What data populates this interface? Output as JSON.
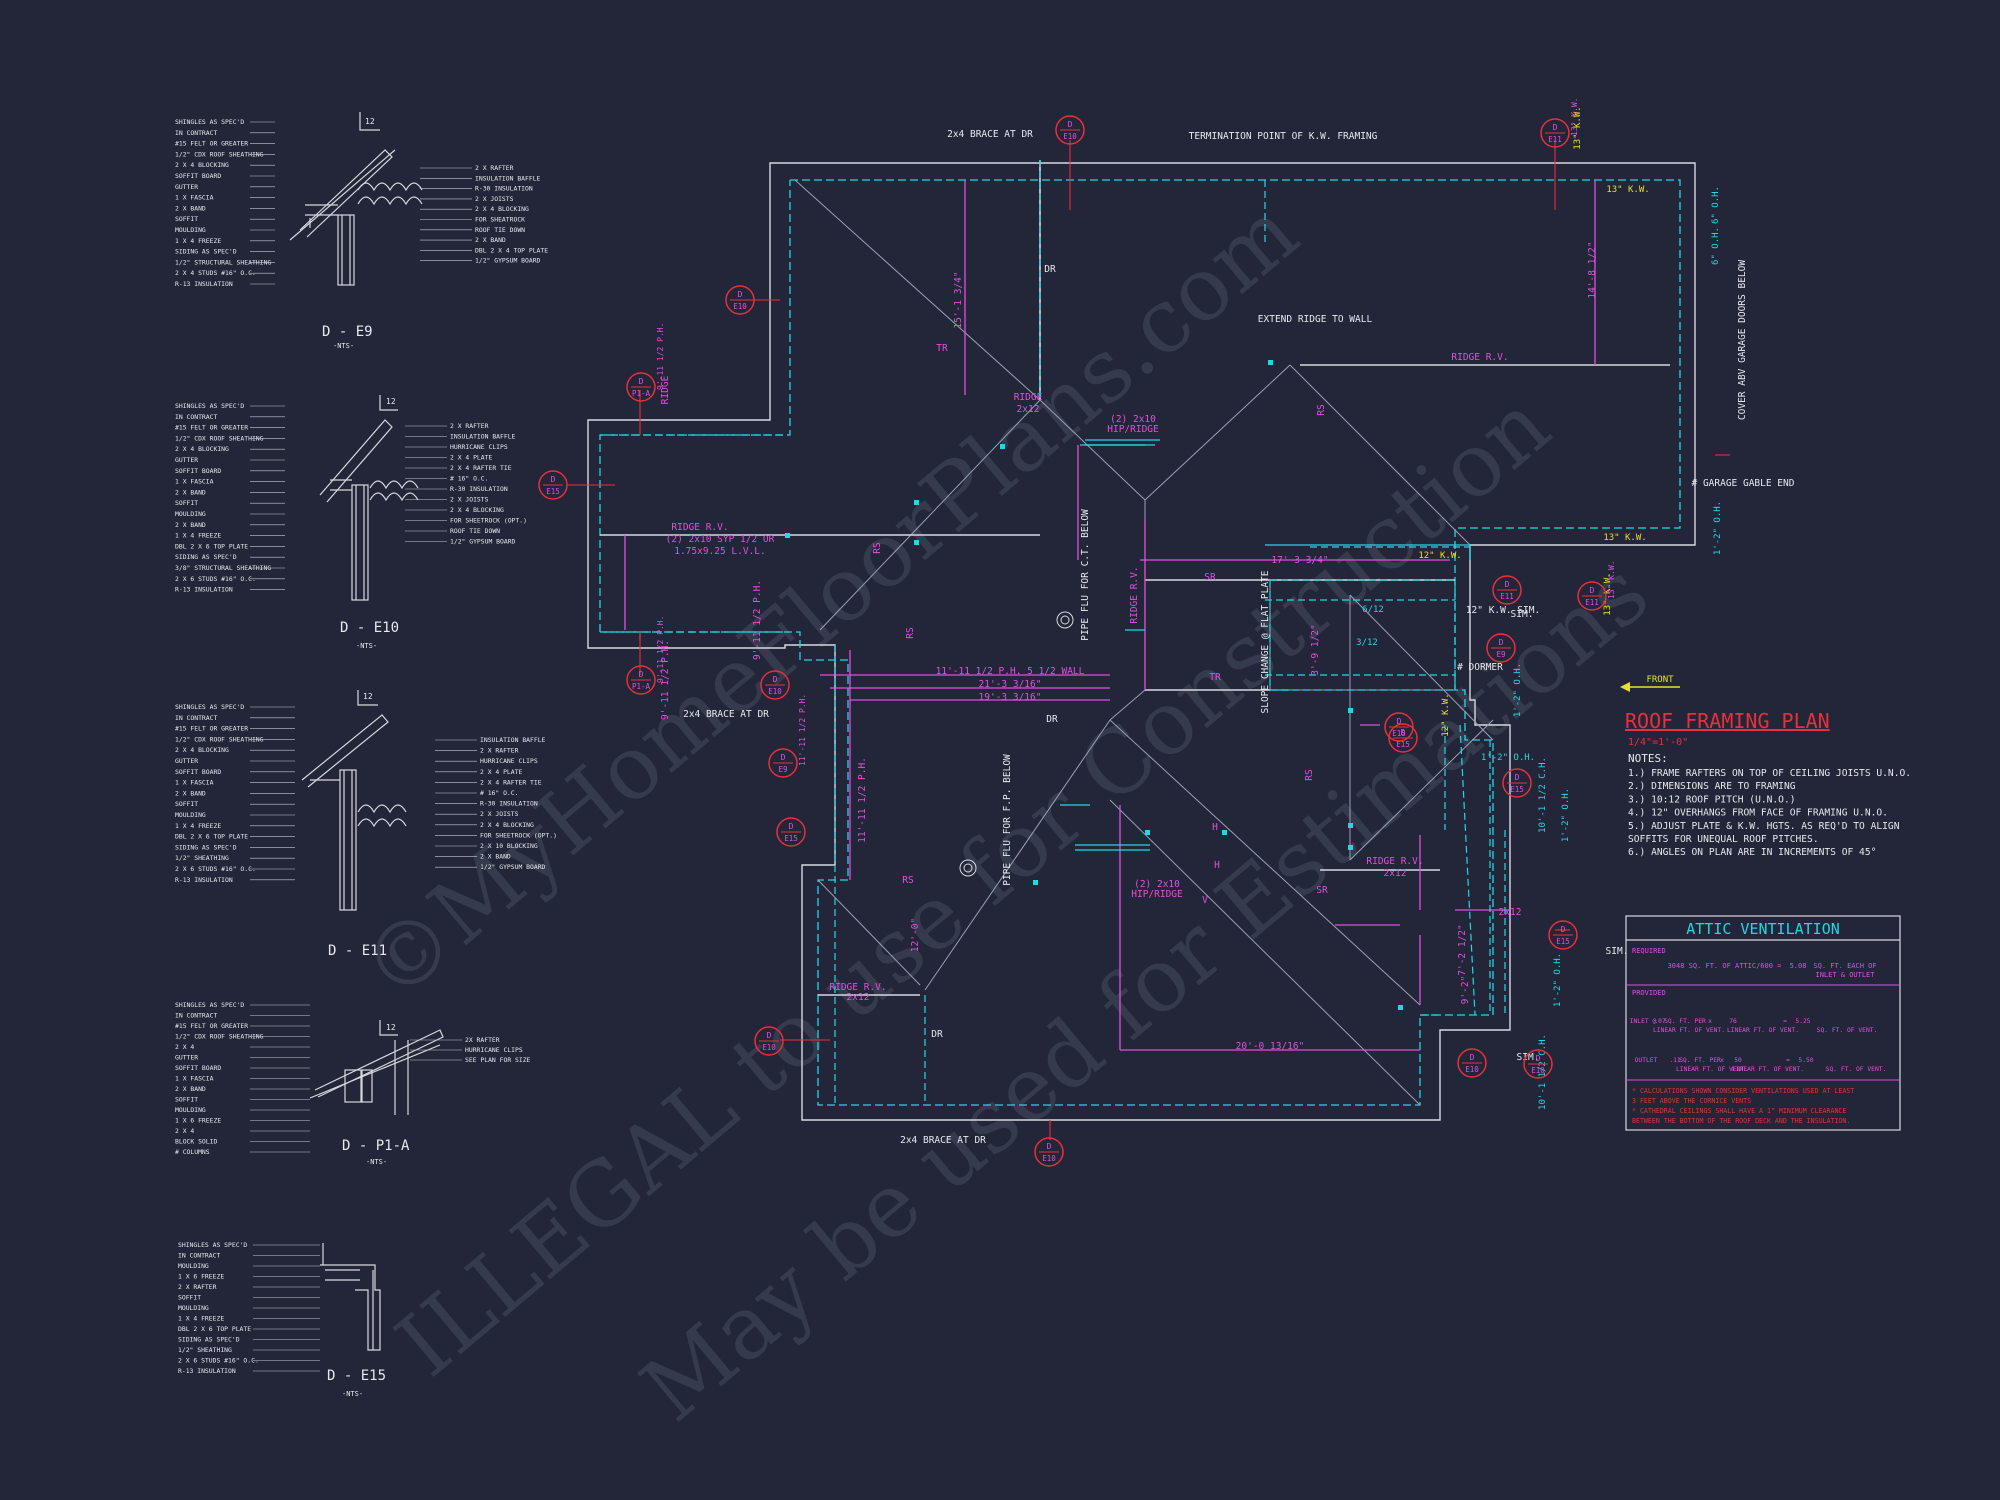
{
  "watermark": {
    "line1": "©MyHomeFloorPlans.com",
    "line2": "ILLEGAL to use for Construction",
    "line3": "May be used for Estimations"
  },
  "details": [
    {
      "id": "d-e9",
      "title": "D - E9",
      "scale": "-NTS-",
      "left_notes": [
        "SHINGLES AS SPEC'D",
        "IN CONTRACT",
        "#15 FELT OR GREATER",
        "1/2\" CDX ROOF SHEATHING",
        "2 X 4 BLOCKING",
        "SOFFIT BOARD",
        "GUTTER",
        "1 X FASCIA",
        "2 X BAND",
        "SOFFIT",
        "MOULDING",
        "1 X 4 FREEZE",
        "SIDING AS SPEC'D",
        "1/2\" STRUCTURAL SHEATHING",
        "2 X 4 STUDS #16\" O.C.",
        "R-13 INSULATION"
      ],
      "right_notes": [
        "2 X RAFTER",
        "INSULATION BAFFLE",
        "R-30 INSULATION",
        "2 X JOISTS",
        "2 X 4 BLOCKING",
        "FOR SHEATROCK",
        "ROOF TIE DOWN",
        "2 X BAND",
        "DBL 2 X 4 TOP PLATE",
        "1/2\" GYPSUM BOARD"
      ]
    },
    {
      "id": "d-e10",
      "title": "D - E10",
      "scale": "-NTS-",
      "left_notes": [
        "SHINGLES AS SPEC'D",
        "IN CONTRACT",
        "#15 FELT OR GREATER",
        "1/2\" CDX ROOF SHEATHING",
        "2 X 4 BLOCKING",
        "GUTTER",
        "SOFFIT BOARD",
        "1 X FASCIA",
        "2 X BAND",
        "SOFFIT",
        "MOULDING",
        "2 X BAND",
        "1 X 4 FREEZE",
        "DBL 2 X 6 TOP PLATE",
        "SIDING AS SPEC'D",
        "3/8\" STRUCTURAL SHEATHING",
        "2 X 6 STUDS #16\" O.C.",
        "R-13 INSULATION"
      ],
      "right_notes": [
        "2 X RAFTER",
        "INSULATION BAFFLE",
        "HURRICANE CLIPS",
        "2 X 4 PLATE",
        "2 X 4 RAFTER TIE",
        "# 16\" O.C.",
        "R-30 INSULATION",
        "2 X JOISTS",
        "2 X 4 BLOCKING",
        "FOR SHEETROCK (OPT.)",
        "ROOF TIE DOWN",
        "1/2\" GYPSUM BOARD"
      ]
    },
    {
      "id": "d-e11",
      "title": "D - E11",
      "scale": "",
      "left_notes": [
        "SHINGLES AS SPEC'D",
        "IN CONTRACT",
        "#15 FELT OR GREATER",
        "1/2\" CDX ROOF SHEATHING",
        "2 X 4 BLOCKING",
        "GUTTER",
        "SOFFIT BOARD",
        "1 X FASCIA",
        "2 X BAND",
        "SOFFIT",
        "MOULDING",
        "1 X 4 FREEZE",
        "DBL 2 X 6 TOP PLATE",
        "SIDING AS SPEC'D",
        "1/2\" SHEATHING",
        "2 X 6 STUDS #16\" O.C.",
        "R-13 INSULATION"
      ],
      "right_notes": [
        "INSULATION BAFFLE",
        "2 X RAFTER",
        "HURRICANE CLIPS",
        "2 X 4 PLATE",
        "2 X 4 RAFTER TIE",
        "# 16\" O.C.",
        "R-30 INSULATION",
        "2 X JOISTS",
        "2 X 4 BLOCKING",
        "FOR SHEETROCK (OPT.)",
        "2 X 10 BLOCKING",
        "2 X BAND",
        "1/2\" GYPSUM BOARD"
      ]
    },
    {
      "id": "d-p1a",
      "title": "D - P1-A",
      "scale": "-NTS-",
      "left_notes": [
        "SHINGLES AS SPEC'D",
        "IN CONTRACT",
        "#15 FELT OR GREATER",
        "1/2\" CDX ROOF SHEATHING",
        "2 X 4",
        "GUTTER",
        "SOFFIT BOARD",
        "1 X FASCIA",
        "2 X BAND",
        "SOFFIT",
        "MOULDING",
        "1 X 6 FREEZE",
        "2 X 4",
        "BLOCK SOLID",
        "# COLUMNS"
      ],
      "right_notes": [
        "2X RAFTER",
        "HURRICANE CLIPS",
        "SEE PLAN FOR SIZE"
      ]
    },
    {
      "id": "d-e15",
      "title": "D - E15",
      "scale": "-NTS-",
      "left_notes": [
        "SHINGLES AS SPEC'D",
        "IN CONTRACT",
        "MOULDING",
        "1 X 6 FREEZE",
        "2 X RAFTER",
        "SOFFIT",
        "MOULDING",
        "1 X 4 FREEZE",
        "DBL 2 X 6 TOP PLATE",
        "SIDING AS SPEC'D",
        "1/2\" SHEATHING",
        "2 X 6 STUDS #16\" O.C.",
        "R-13 INSULATION"
      ],
      "right_notes": []
    }
  ],
  "plan": {
    "white_labels": [
      "2x4 BRACE AT DR",
      "TERMINATION POINT OF K.W. FRAMING",
      "EXTEND RIDGE TO WALL",
      "DR",
      "DR",
      "DR",
      "2x4 BRACE AT DR",
      "2x4 BRACE AT DR",
      "PIPE FLU FOR C.T. BELOW",
      "PIPE FLU FOR F.P. BELOW",
      "COVER ABV GARAGE DOORS BELOW",
      "# GARAGE GABLE END",
      "# DORMER",
      "12\" K.W. SIM.",
      "SLOPE CHANGE @ FLAT PLATE",
      "SIM.",
      "SIM.",
      "SIM."
    ],
    "magenta_labels": [
      "RIDGE",
      "2x12",
      "RIDGE R.V.",
      "RIDGE R.V.",
      "(2) 2x10 SYP 1/2 OR",
      "1.75x9.25 L.V.L.",
      "(2) 2x10",
      "HIP/RIDGE",
      "(2) 2x10",
      "HIP/RIDGE",
      "RIDGE R.V.",
      "2x12",
      "RIDGE R.V.",
      "2x12",
      "RIDGE R.V.",
      "2x12",
      "RIDGE",
      "9'-11 1/2 P.H.",
      "9'-11 1/2 P.H.",
      "11'-11 1/2 P.H.",
      "11'-11 1/2 P.H. 5 1/2 WALL",
      "21'-3 3/16\"",
      "19'-3 3/16\"",
      "17'-3 3/4\"",
      "20'-0 13/16\"",
      "15'-1 3/4\"",
      "14'-8 1/2\"",
      "12'-0\"",
      "7'-2 1/2\"",
      "9'-2\"",
      "3'-9 1/2\"",
      "RS",
      "RS",
      "RS",
      "RS",
      "RS",
      "SR",
      "SR",
      "TR",
      "TR",
      "H",
      "H",
      "V",
      "V"
    ],
    "yellow_labels": [
      "13\" K.W.",
      "13\" K.W.",
      "12\" K.W.",
      "13\" K.W.",
      "13\" K.W.",
      "12\" K.W.",
      "FRONT"
    ],
    "cyan_labels": [
      "1'-2\" O.H.",
      "1'-2\" O.H.",
      "1'-2\" O.H.",
      "1'-2\" O.H.",
      "6\" O.H.",
      "6\" O.H.",
      "1'-2\" O.H.",
      "10'-1 1/2 C.H.",
      "10'-1 1/2 C.H.",
      "3/12",
      "6/12"
    ],
    "tags": [
      {
        "top": "D",
        "bottom": "E10",
        "side": ""
      },
      {
        "top": "D",
        "bottom": "E11",
        "side": "13\" K.W."
      },
      {
        "top": "D",
        "bottom": "E10",
        "side": ""
      },
      {
        "top": "D",
        "bottom": "P1-A",
        "side": "9'-11 1/2 P.H."
      },
      {
        "top": "D",
        "bottom": "E15",
        "side": ""
      },
      {
        "top": "D",
        "bottom": "P1-A",
        "side": "9'-11 1/2 P.H."
      },
      {
        "top": "D",
        "bottom": "E10",
        "side": ""
      },
      {
        "top": "D",
        "bottom": "E9",
        "side": "11'-11 1/2 P.H."
      },
      {
        "top": "D",
        "bottom": "E15",
        "side": ""
      },
      {
        "top": "D",
        "bottom": "E15",
        "side": ""
      },
      {
        "top": "D",
        "bottom": "E10",
        "side": ""
      },
      {
        "top": "D",
        "bottom": "E15",
        "side": ""
      },
      {
        "top": "D",
        "bottom": "E11",
        "side": ""
      },
      {
        "top": "D",
        "bottom": "E11",
        "side": "13\" K.W."
      },
      {
        "top": "D",
        "bottom": "E9",
        "side": ""
      },
      {
        "top": "D",
        "bottom": "E15",
        "side": ""
      },
      {
        "top": "D",
        "bottom": "E10",
        "side": ""
      },
      {
        "top": "D",
        "bottom": "E15",
        "side": ""
      },
      {
        "top": "D",
        "bottom": "E10",
        "side": ""
      },
      {
        "top": "D",
        "bottom": "E10",
        "side": ""
      }
    ]
  },
  "title_block": {
    "title": "ROOF FRAMING PLAN",
    "scale": "1/4\"=1'-0\"",
    "notes_label": "NOTES:",
    "notes": [
      "1.) FRAME RAFTERS ON TOP OF CEILING JOISTS U.N.O.",
      "2.) DIMENSIONS ARE TO FRAMING",
      "3.) 10:12 ROOF PITCH (U.N.O.)",
      "4.) 12\" OVERHANGS FROM FACE OF FRAMING U.N.O.",
      "5.) ADJUST PLATE & K.W. HGTS. AS REQ'D TO ALIGN",
      "    SOFFITS FOR UNEQUAL ROOF PITCHES.",
      "6.) ANGLES ON PLAN ARE IN INCREMENTS OF 45°"
    ]
  },
  "attic_ventilation": {
    "title": "ATTIC VENTILATION",
    "required_label": "REQUIRED",
    "required_row": [
      "3048",
      "SQ. FT. OF ATTIC/600 =",
      "5.08",
      "SQ. FT. EACH OF",
      "INLET & OUTLET"
    ],
    "provided_label": "PROVIDED",
    "inlet_row": [
      "INLET @",
      ".07",
      "SQ. FT. PER",
      "LINEAR FT. OF VENT.",
      "x",
      "76",
      "LINEAR FT. OF VENT.",
      "=",
      "5.25",
      "SQ. FT. OF VENT."
    ],
    "outlet_row": [
      "OUTLET",
      ".11",
      "SQ. FT. PER",
      "LINEAR FT. OF VENT.",
      "x",
      "50",
      "LINEAR FT. OF VENT.",
      "=",
      "5.50",
      "SQ. FT. OF VENT."
    ],
    "footnotes": [
      "* CALCULATIONS SHOWN CONSIDER VENTILATIONS USED AT LEAST",
      "  3 FEET ABOVE THE CORNICE VENTS",
      "* CATHEDRAL CEILINGS SHALL HAVE A 1\" MINIMUM CLEARANCE",
      "  BETWEEN THE BOTTOM OF THE ROOF DECK AND THE INSULATION."
    ]
  },
  "colors": {
    "background": "#222638",
    "line_white": "#d8d8e0",
    "cyan": "#26d6e4",
    "magenta": "#e050e0",
    "red": "#e8303a",
    "yellow": "#e8e030"
  }
}
